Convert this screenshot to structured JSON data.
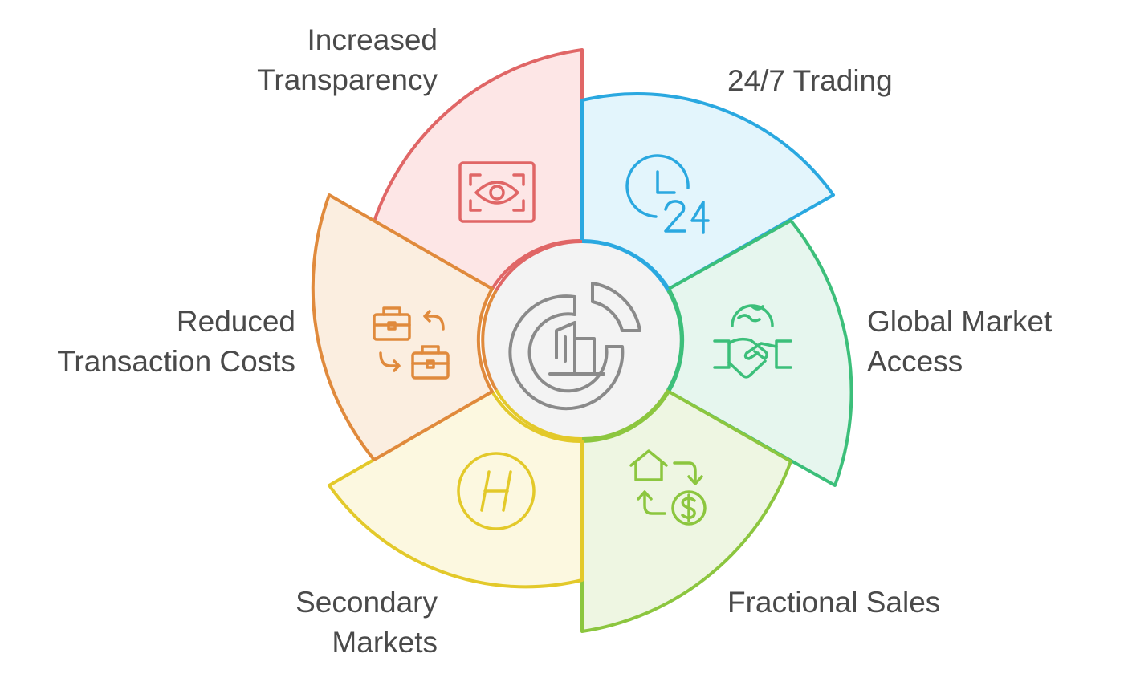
{
  "segments": [
    {
      "id": "transparency",
      "lines": [
        "Increased",
        "Transparency"
      ],
      "color": "#e06666",
      "fill": "#fde6e6",
      "icon": "eye-scan-icon"
    },
    {
      "id": "trading",
      "lines": [
        "24/7 Trading"
      ],
      "color": "#2aa8e0",
      "fill": "#e3f5fc",
      "icon": "clock-24-icon"
    },
    {
      "id": "global",
      "lines": [
        "Global Market",
        "Access"
      ],
      "color": "#3cbf7a",
      "fill": "#e6f6ee",
      "icon": "globe-handshake-icon"
    },
    {
      "id": "fractional",
      "lines": [
        "Fractional Sales"
      ],
      "color": "#8cc63f",
      "fill": "#eef6e2",
      "icon": "house-dollar-exchange-icon"
    },
    {
      "id": "secondary",
      "lines": [
        "Secondary",
        "Markets"
      ],
      "color": "#e3c92a",
      "fill": "#fcf8e0",
      "icon": "h-circle-icon"
    },
    {
      "id": "costs",
      "lines": [
        "Reduced",
        "Transaction Costs"
      ],
      "color": "#e08a3c",
      "fill": "#fbeee0",
      "icon": "briefcase-exchange-icon"
    }
  ],
  "center": {
    "icon": "chart-building-icon",
    "color": "#8a8a8a",
    "fill": "#f3f3f3"
  }
}
